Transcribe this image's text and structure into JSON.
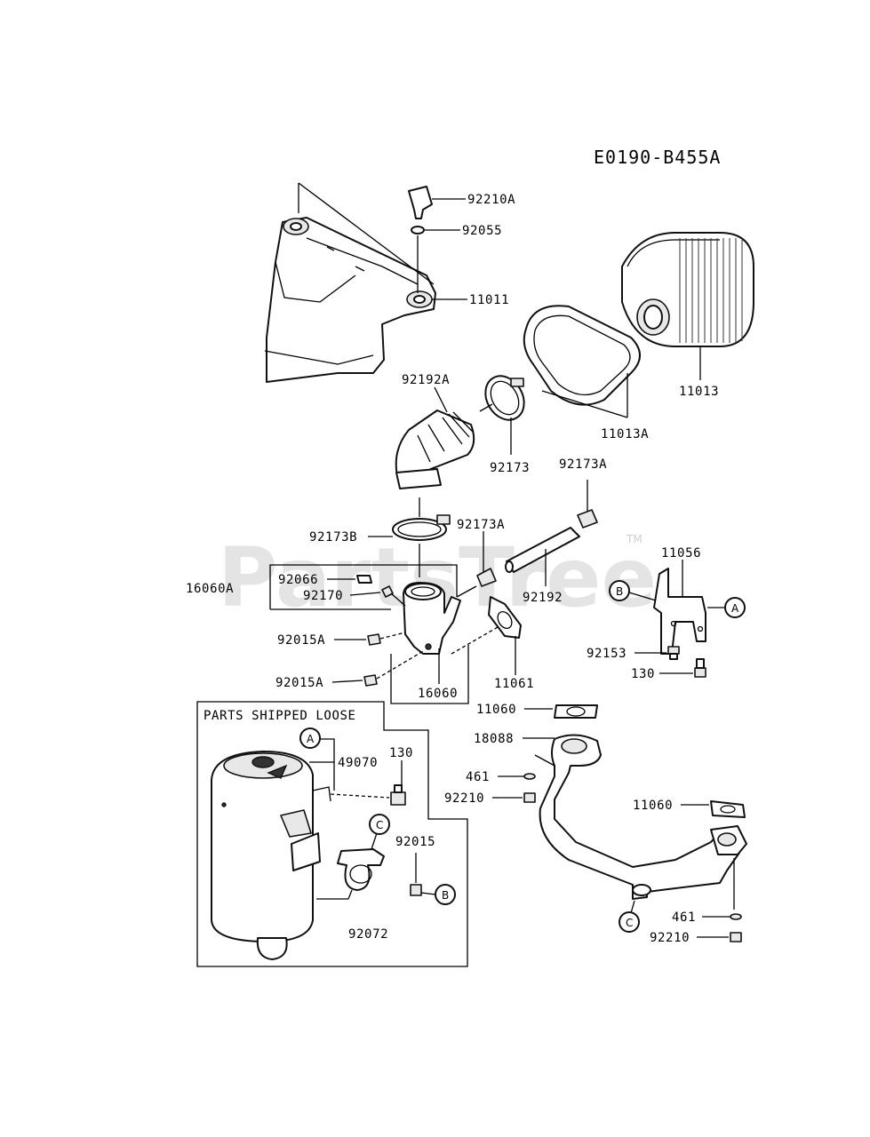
{
  "diagram_code": "E0190-B455A",
  "watermark": "PartsTree",
  "watermark_tm": "TM",
  "loose_box_title": "PARTS SHIPPED LOOSE",
  "parts": {
    "p92210A_top": "92210A",
    "p92055": "92055",
    "p11011": "11011",
    "p11013": "11013",
    "p11013A": "11013A",
    "p92192A": "92192A",
    "p92173": "92173",
    "p92173A_upper": "92173A",
    "p92173A_mid": "92173A",
    "p92173B": "92173B",
    "p11056": "11056",
    "p16060A": "16060A",
    "p92066": "92066",
    "p92170": "92170",
    "p92192": "92192",
    "p92015A_1": "92015A",
    "p92015A_2": "92015A",
    "p92153": "92153",
    "p130_bracket": "130",
    "p16060": "16060",
    "p11061": "11061",
    "p11060_1": "11060",
    "p18088": "18088",
    "p461_1": "461",
    "p92210_1": "92210",
    "p11060_2": "11060",
    "p461_2": "461",
    "p92210_2": "92210",
    "p49070": "49070",
    "p130_loose": "130",
    "p92015": "92015",
    "p92072": "92072"
  },
  "refs": {
    "A": "A",
    "B": "B",
    "C": "C"
  }
}
